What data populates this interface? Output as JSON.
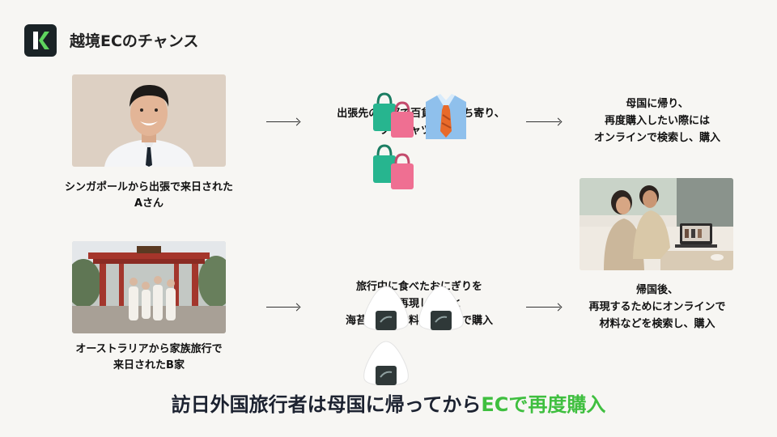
{
  "header": {
    "logo_letter": "K",
    "title": "越境ECのチャンス"
  },
  "row1": {
    "caption_lines": [
      "シンガポールから出張で来日された",
      "Aさん"
    ],
    "middle_lines": [
      "出張先の近郊で百貨店に立ち寄り、",
      "ワイシャツを購入"
    ],
    "right_lines": [
      "母国に帰り、",
      "再度購入したい際には",
      "オンラインで検索し、購入"
    ],
    "icons": [
      "shopping-bags-icon",
      "shirt-tie-icon",
      "shopping-bags-icon"
    ]
  },
  "row2": {
    "caption_lines": [
      "オーストラリアから家族旅行で",
      "来日されたB家"
    ],
    "middle_lines": [
      "旅行中に食べたおにぎりを",
      "家で再現しようと",
      "海苔などの材料を、店舗で購入"
    ],
    "right_lines": [
      "帰国後、",
      "再現するためにオンラインで",
      "材料などを検索し、購入"
    ],
    "icons": [
      "onigiri-icon",
      "onigiri-icon",
      "onigiri-icon"
    ]
  },
  "footer": {
    "text_main": "訪日外国旅行者は母国に帰ってから",
    "text_accent": "ECで再度購入"
  },
  "colors": {
    "accent_green": "#3fbf3f",
    "logo_bg": "#1a2326",
    "footer_text": "#1c2230"
  }
}
